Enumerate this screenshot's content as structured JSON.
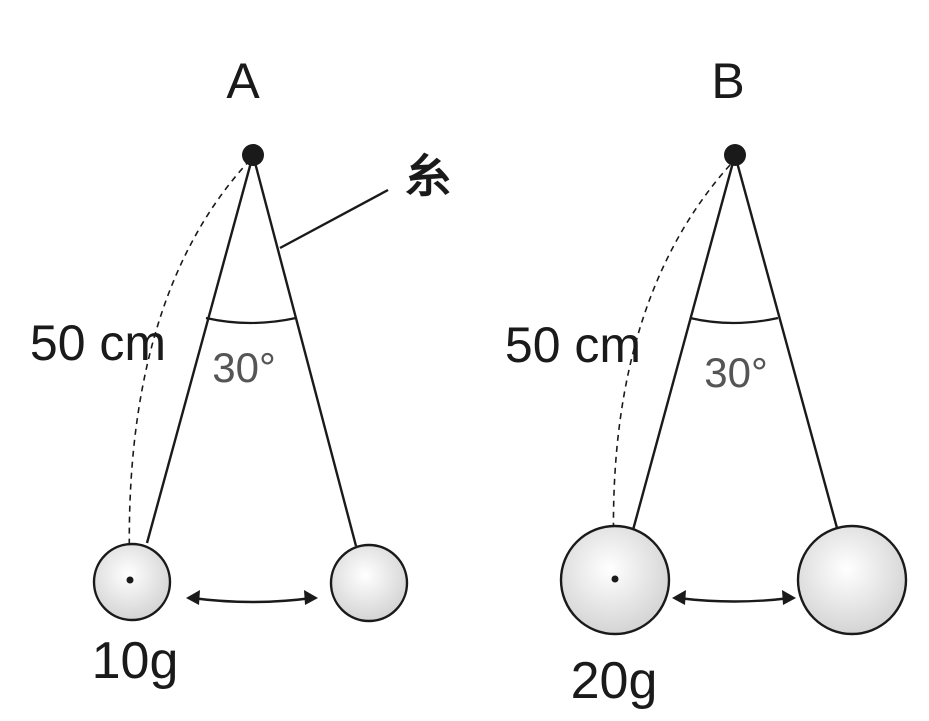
{
  "pendulum_a": {
    "title": "A",
    "length_label": "50 cm",
    "angle_label": "30°",
    "mass_label": "10g"
  },
  "pendulum_b": {
    "title": "B",
    "length_label": "50 cm",
    "angle_label": "30°",
    "mass_label": "20g"
  },
  "string_label": "糸",
  "colors": {
    "line": "#1a1a1a",
    "bob_fill": "#e8e8e8",
    "angle_text": "#555555"
  }
}
